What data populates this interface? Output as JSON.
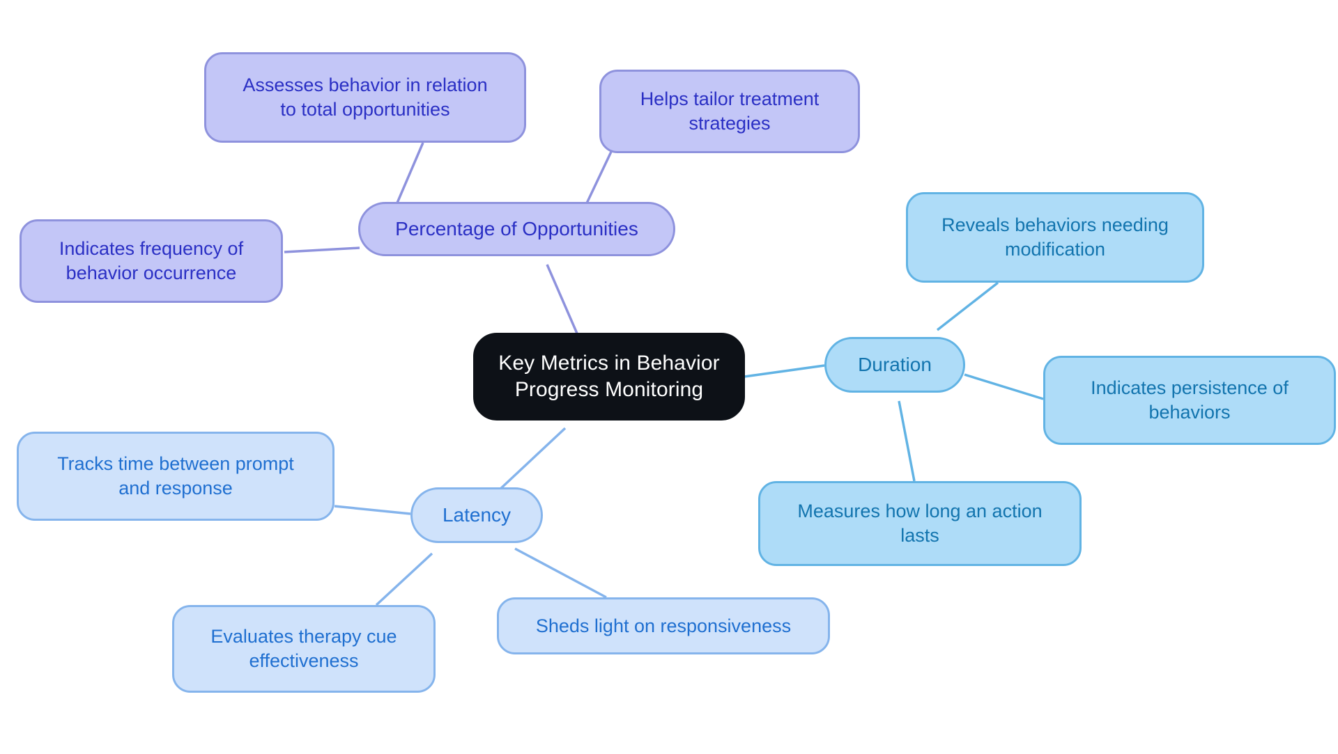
{
  "diagram": {
    "title": "Key Metrics in Behavior Progress Monitoring",
    "type": "mindmap",
    "background_color": "#ffffff",
    "root": {
      "label": "Key Metrics in Behavior\nProgress Monitoring",
      "fill": "#0d1117",
      "text_color": "#ffffff"
    },
    "branches": [
      {
        "id": "percentage-of-opportunities",
        "label": "Percentage of Opportunities",
        "fill": "#c3c6f7",
        "border": "#8e92dd",
        "text_color": "#2a2fc4",
        "children": [
          {
            "id": "assesses-behavior",
            "label": "Assesses behavior in relation\nto total opportunities"
          },
          {
            "id": "helps-tailor-treatment",
            "label": "Helps tailor treatment\nstrategies"
          },
          {
            "id": "indicates-frequency",
            "label": "Indicates frequency of\nbehavior occurrence"
          }
        ]
      },
      {
        "id": "duration",
        "label": "Duration",
        "fill": "#aedcf8",
        "border": "#61b3e4",
        "text_color": "#1274ae",
        "children": [
          {
            "id": "reveals-behaviors",
            "label": "Reveals behaviors needing\nmodification"
          },
          {
            "id": "indicates-persistence",
            "label": "Indicates persistence of\nbehaviors"
          },
          {
            "id": "measures-how-long",
            "label": "Measures how long an action\nlasts"
          }
        ]
      },
      {
        "id": "latency",
        "label": "Latency",
        "fill": "#cfe2fb",
        "border": "#85b4ec",
        "text_color": "#1f6fd0",
        "children": [
          {
            "id": "tracks-time",
            "label": "Tracks time between prompt\nand response"
          },
          {
            "id": "evaluates-therapy-cue",
            "label": "Evaluates therapy cue\neffectiveness"
          },
          {
            "id": "sheds-light",
            "label": "Sheds light on responsiveness"
          }
        ]
      }
    ]
  }
}
